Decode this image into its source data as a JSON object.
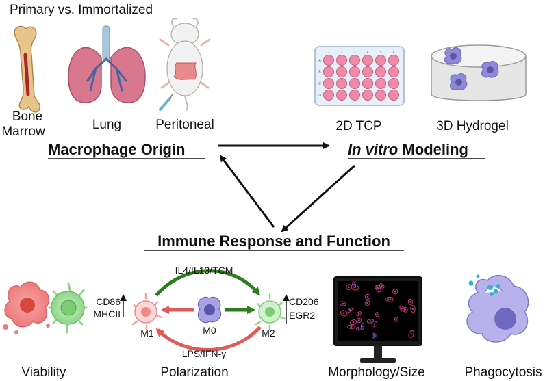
{
  "top_title": "Primary vs. Immortalized",
  "origins": [
    {
      "label_lines": [
        "Bone",
        "Marrow"
      ],
      "icon": "bone-icon"
    },
    {
      "label_lines": [
        "Lung"
      ],
      "icon": "lung-icon"
    },
    {
      "label_lines": [
        "Peritoneal"
      ],
      "icon": "mouse-icon"
    }
  ],
  "models": [
    {
      "label": "2D TCP",
      "icon": "well-plate-icon"
    },
    {
      "label": "3D Hydrogel",
      "icon": "hydrogel-icon"
    }
  ],
  "headings": {
    "origin": "Macrophage Origin",
    "modeling_italic": "In vitro",
    "modeling_rest": " Modeling",
    "response": "Immune Response and Function"
  },
  "polarization": {
    "top_arrow": "IL4/IL13/TCM",
    "bottom_arrow": "LPS/IFN-γ",
    "m0": "M0",
    "m1": "M1",
    "m2": "M2",
    "m1_markers": [
      "CD86",
      "MHCII"
    ],
    "m2_markers": [
      "CD206",
      "EGR2"
    ]
  },
  "functions": [
    {
      "label": "Viability",
      "icon": "dead-live-cell-icon"
    },
    {
      "label": "Polarization",
      "icon": "polarization-icon"
    },
    {
      "label": "Morphology/Size",
      "icon": "monitor-icon"
    },
    {
      "label": "Phagocytosis",
      "icon": "phagocyte-icon"
    }
  ],
  "well_plate": {
    "col_numbers": [
      "1",
      "2",
      "3",
      "4",
      "5",
      "6"
    ],
    "row_letters": [
      "A",
      "B",
      "C",
      "D"
    ]
  },
  "colors": {
    "m1_red": "#e05a5a",
    "m2_green": "#2e7d1f",
    "cell_purple": "#8f8ad8",
    "well_pink": "#f08aa8",
    "lung_pink": "#d9778e"
  }
}
